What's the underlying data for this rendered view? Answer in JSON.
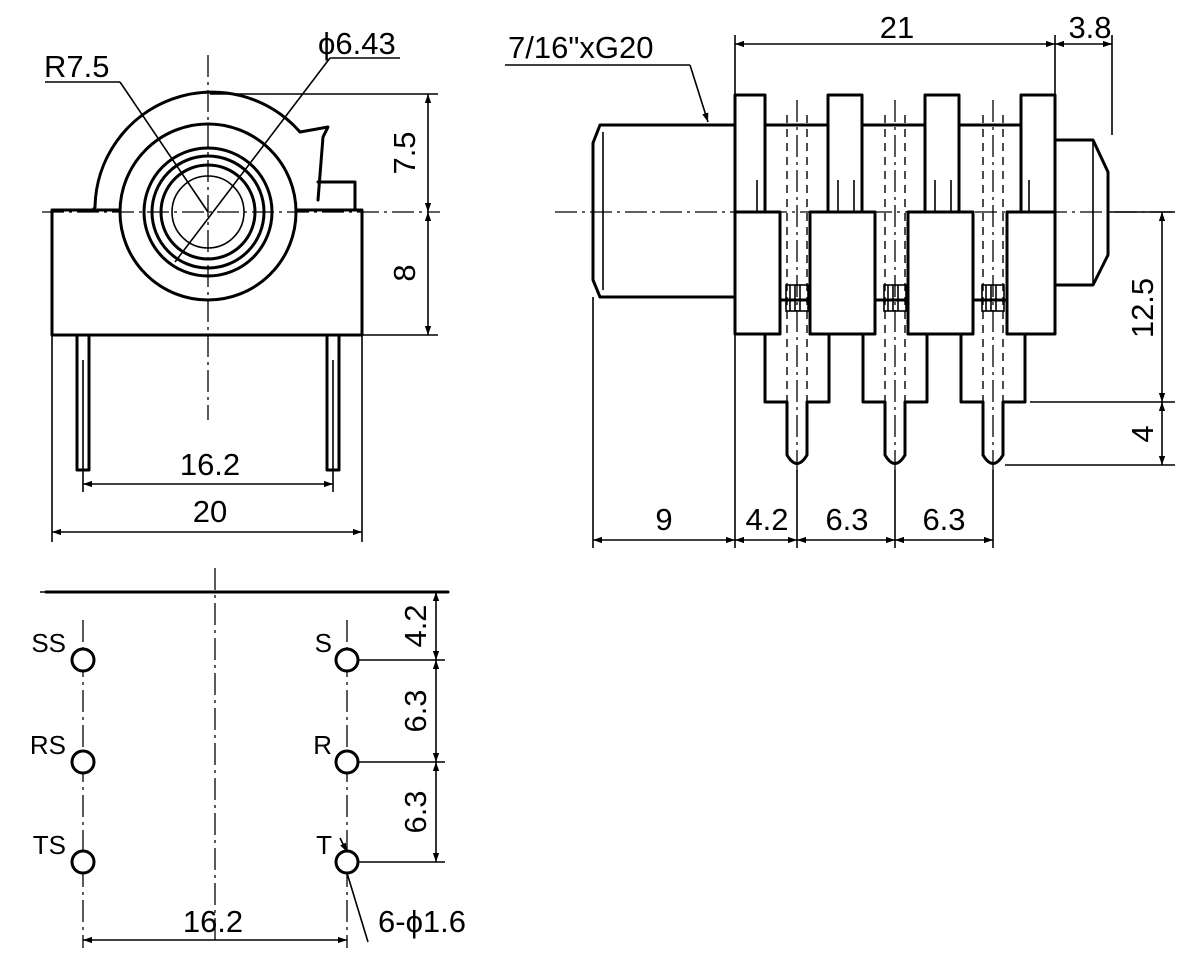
{
  "front_view": {
    "radius_label": "R7.5",
    "bore_label": "ϕ6.43",
    "dim_upper": "7.5",
    "dim_lower": "8",
    "pin_spacing": "16.2",
    "body_width": "20"
  },
  "side_view": {
    "thread_label": "7/16\"xG20",
    "body_length": "21",
    "nose_length": "3.8",
    "height_to_axis": "12.5",
    "pin_length": "4",
    "bushing_length": "9",
    "pitch_first": "4.2",
    "pitch_second": "6.3",
    "pitch_third": "6.3"
  },
  "footprint": {
    "pins_left": [
      "SS",
      "RS",
      "TS"
    ],
    "pins_right": [
      "S",
      "R",
      "T"
    ],
    "row_pitch_1": "4.2",
    "row_pitch_2": "6.3",
    "row_pitch_3": "6.3",
    "col_spacing": "16.2",
    "hole_label": "6-ϕ1.6"
  }
}
